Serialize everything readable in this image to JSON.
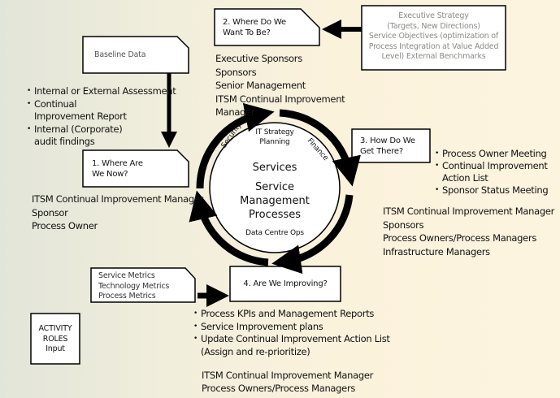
{
  "baseline": {
    "label": "Baseline Data"
  },
  "step1": {
    "title_lines": [
      "1. Where Are",
      "We Now?"
    ],
    "inputs": [
      "Internal or External Assessment",
      "Continual\nImprovement Report",
      "Internal (Corporate)\naudit findings"
    ],
    "roles": [
      "ITSM Continual Improvement Manager",
      "Sponsor",
      "Process Owner"
    ]
  },
  "step2": {
    "title_lines": [
      "2. Where Do We",
      "Want To Be?"
    ],
    "input_lines": [
      "Executive Strategy",
      "(Targets, New Directions)",
      "Service Objectives (optimization of",
      "Process Integration at Value Added",
      "Level) External Benchmarks"
    ],
    "roles": [
      "Executive Sponsors",
      "Sponsors",
      "Senior Management",
      "ITSM Continual Improvement",
      "Manager"
    ]
  },
  "step3": {
    "title_lines": [
      "3. How Do We",
      "Get There?"
    ],
    "activities": [
      "Process Owner Meeting",
      "Continual Improvement\nAction List",
      "Sponsor Status Meeting"
    ],
    "roles": [
      "ITSM Continual Improvement Manager",
      "Sponsors",
      "Process Owners/Process Managers",
      "Infrastructure Managers"
    ]
  },
  "step4": {
    "title": "4. Are We Improving?",
    "input_lines": [
      "Service Metrics",
      "Technology Metrics",
      "Process Metrics"
    ],
    "activities": [
      "Process KPIs and Management Reports",
      "Service Improvement plans",
      "Update Continual Improvement Action List\n(Assign and re-prioritize)"
    ],
    "roles": [
      "ITSM Continual Improvement Manager",
      "Process Owners/Process Managers"
    ]
  },
  "cycle": {
    "top_label_lines": [
      "IT Strategy",
      "Planning"
    ],
    "left_label": "Security",
    "right_label": "Finance",
    "bottom_label": "Data Centre Ops",
    "center_title": "Services",
    "center_lines": [
      "Service",
      "Management",
      "Processes"
    ]
  },
  "legend": {
    "lines": [
      "ACTIVITY",
      "ROLES",
      "Input"
    ]
  }
}
